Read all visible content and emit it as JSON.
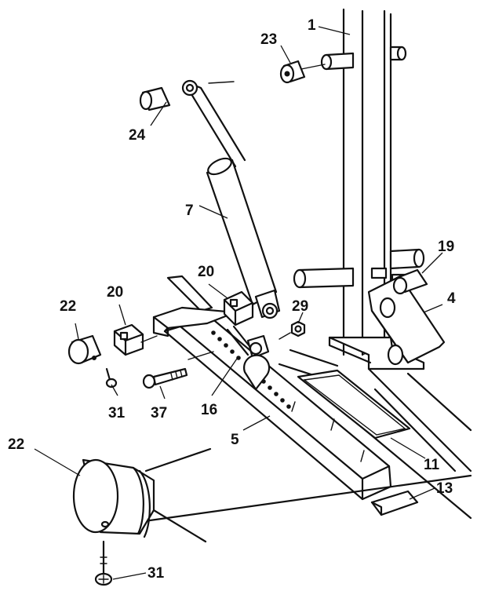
{
  "labels": {
    "p1": "1",
    "p23": "23",
    "p24": "24",
    "p7": "7",
    "p19": "19",
    "p4": "4",
    "p20a": "20",
    "p20b": "20",
    "p22a": "22",
    "p29": "29",
    "p31a": "31",
    "p37": "37",
    "p16": "16",
    "p5": "5",
    "p11": "11",
    "p13": "13",
    "p22b": "22",
    "p31b": "31"
  }
}
